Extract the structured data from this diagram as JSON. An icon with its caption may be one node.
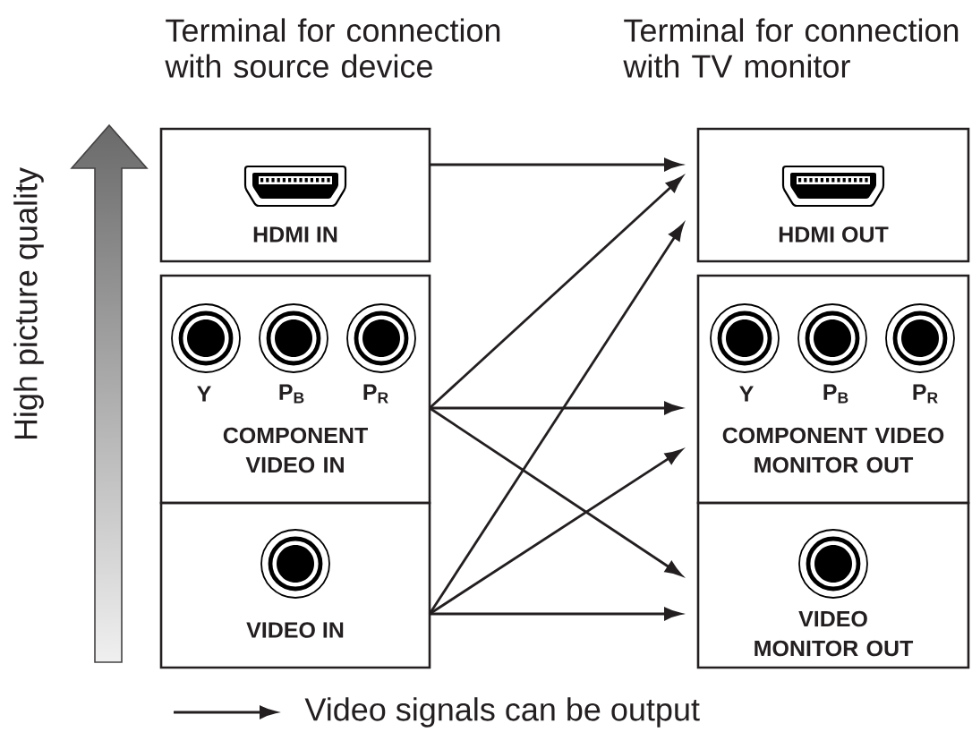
{
  "diagram": {
    "nodes": [
      {
        "text": [
          "HDMI IN"
        ]
      },
      {
        "text": [
          "HDMI OUT"
        ]
      },
      {
        "text": [
          "Y",
          "P$_{B}$",
          "P$_{R}$",
          "COMPONENT VIDEO IN"
        ]
      },
      {
        "text": [
          "Y",
          "P$_{B}$",
          "P$_{R}$",
          "COMPONENT VIDEO MONITOR OUT"
        ]
      },
      {
        "text": [
          "VIDEO IN"
        ]
      },
      {
        "text": [
          "VIDEO MONITOR OUT"
        ]
      }
    ],
    "edges": [
      {
        "from": 0,
        "to": 1,
        "arrow": "to"
      },
      {
        "from": 2,
        "to": 1,
        "arrow": "to"
      },
      {
        "from": 2,
        "to": 3,
        "arrow": "to"
      },
      {
        "from": 2,
        "to": 5,
        "arrow": "to"
      },
      {
        "from": 4,
        "to": 1,
        "arrow": "to"
      },
      {
        "from": 4,
        "to": 3,
        "arrow": "to"
      },
      {
        "from": 4,
        "to": 5,
        "arrow": "to"
      }
    ],
    "labels": [
      "Terminal for connection with source device",
      "Terminal for connection with TV monitor",
      "High picture quality"
    ],
    "legend": [
      {
        "text": "Video signals can be output"
      }
    ]
  }
}
